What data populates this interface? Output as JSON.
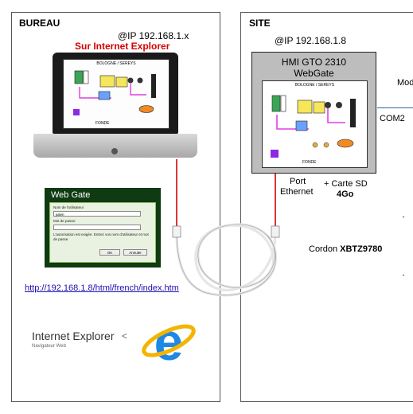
{
  "bureau": {
    "title": "BUREAU",
    "ip_label": "@IP 192.168.1.x",
    "browser_note": "Sur Internet Explorer",
    "url": "http://192.168.1.8/html/french/index.htm",
    "ie_name": "Internet Explorer",
    "ie_sub": "Navigateur Web"
  },
  "login": {
    "header": "Web Gate",
    "user_label": "Nom de l'utilisateur",
    "user_value": "julien",
    "pass_label": "Mot de passe:",
    "hint": "L'autorisation est exigée. Entrez vos nom d'utilisateur et mot de passe.",
    "ok": "OK",
    "cancel": "Annuler"
  },
  "site": {
    "title": "SITE",
    "ip_label": "@IP 192.168.1.8",
    "hmi_model": "HMI GTO 2310",
    "hmi_sub": "WebGate",
    "port_label_1": "Port",
    "port_label_2": "Ethernet",
    "sd_label": "+ Carte SD",
    "sd_size": "4Go",
    "com_label": "COM2",
    "mod_label": "Mod",
    "cable_prefix": "Cordon ",
    "cable_ref": "XBTZ9780"
  },
  "hmi_screen": {
    "title": "BOLOGNE  /  SEREYS",
    "footer": "FONDE"
  },
  "colors": {
    "accent_red": "#d40000",
    "link_blue": "#1a0dab",
    "ie_blue": "#1e88e5",
    "ie_gold": "#f4b400",
    "login_green": "#0f3a12",
    "cable_grey": "#e6e6e6"
  }
}
